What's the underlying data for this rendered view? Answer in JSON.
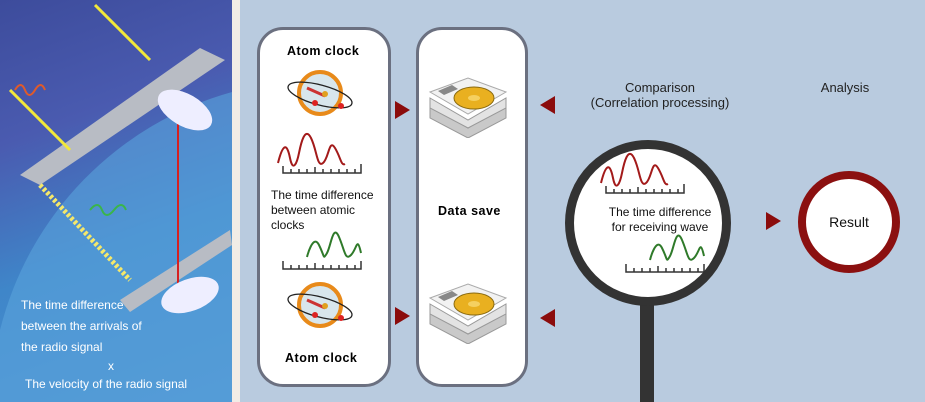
{
  "left_panel": {
    "line1": "The time difference",
    "line2": "between the arrivals of",
    "line3": "the radio signal",
    "times": "x",
    "line4": "The velocity of the radio signal"
  },
  "clock_box": {
    "top_label": "Atom clock",
    "middle_text": [
      "The time difference",
      "between atomic",
      "clocks"
    ],
    "bottom_label": "Atom clock"
  },
  "save_box": {
    "label": "Data save"
  },
  "comparison": {
    "title": "Comparison",
    "subtitle": "(Correlation processing)",
    "text": [
      "The time difference",
      "for receiving wave"
    ]
  },
  "analysis": {
    "title": "Analysis",
    "result": "Result"
  },
  "colors": {
    "accent": "#8b0c0c",
    "wave_red": "#a31a1a",
    "wave_green": "#2f7a2a",
    "background": "#b9cbdf"
  }
}
